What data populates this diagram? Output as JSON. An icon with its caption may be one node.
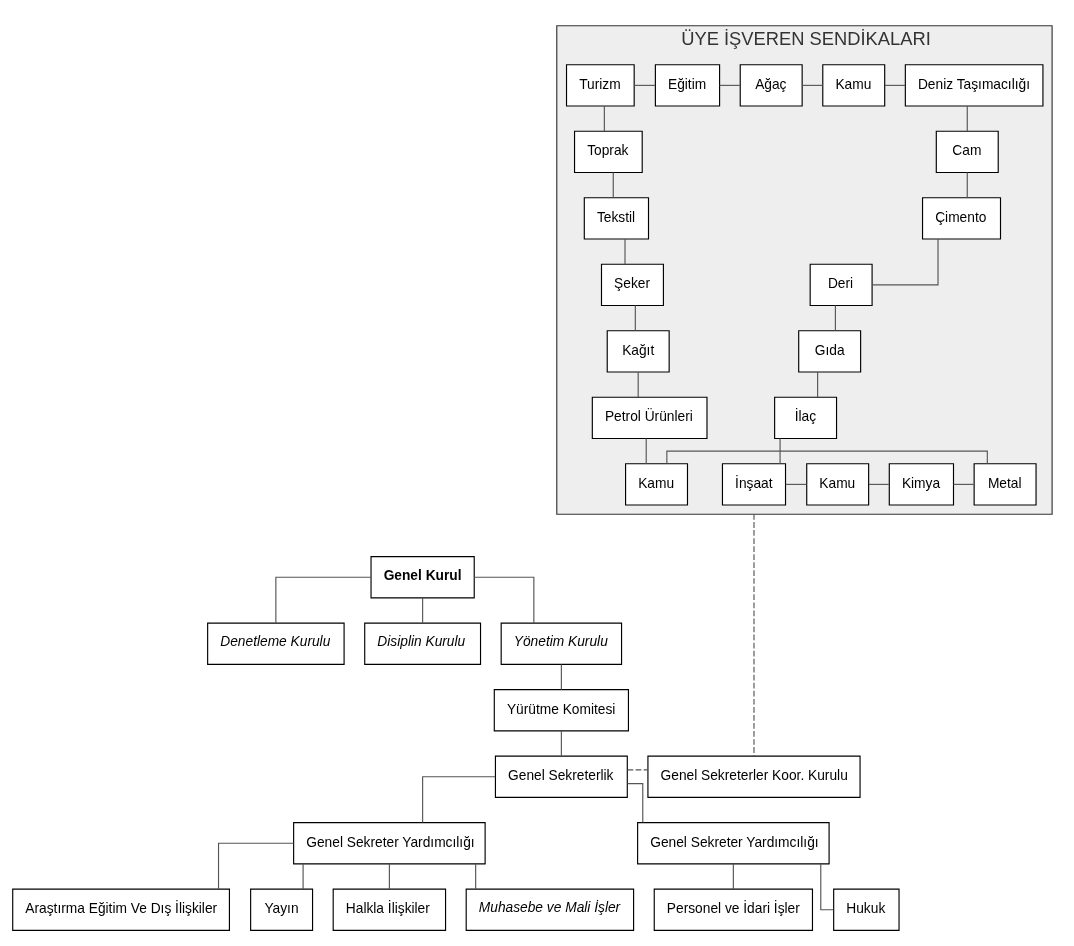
{
  "diagram": {
    "nodes": [
      {
        "text": [
          "ÜYE İŞVEREN SENDİKALARI"
        ]
      },
      {
        "text": [
          "Turizm"
        ],
        "in": 0
      },
      {
        "text": [
          "Eğitim"
        ],
        "in": 0
      },
      {
        "text": [
          "Ağaç"
        ],
        "in": 0
      },
      {
        "text": [
          "Kamu"
        ],
        "in": 0
      },
      {
        "text": [
          "Deniz Taşımacılığı"
        ],
        "in": 0
      },
      {
        "text": [
          "Cam"
        ],
        "in": 0
      },
      {
        "text": [
          "Çimento"
        ],
        "in": 0
      },
      {
        "text": [
          "Deri"
        ],
        "in": 0
      },
      {
        "text": [
          "Gıda"
        ],
        "in": 0
      },
      {
        "text": [
          "İlaç"
        ],
        "in": 0
      },
      {
        "text": [
          "İnşaat"
        ],
        "in": 0
      },
      {
        "text": [
          "Kamu"
        ],
        "in": 0
      },
      {
        "text": [
          "Kimya"
        ],
        "in": 0
      },
      {
        "text": [
          "Metal"
        ],
        "in": 0
      },
      {
        "text": [
          "Kamu"
        ],
        "in": 0
      },
      {
        "text": [
          "Petrol Ürünleri"
        ],
        "in": 0
      },
      {
        "text": [
          "Kağıt"
        ],
        "in": 0
      },
      {
        "text": [
          "Şeker"
        ],
        "in": 0
      },
      {
        "text": [
          "Tekstil"
        ],
        "in": 0
      },
      {
        "text": [
          "Toprak"
        ],
        "in": 0
      },
      {
        "text": [
          "Genel Kurul"
        ]
      },
      {
        "text": [
          "Denetleme Kurulu"
        ]
      },
      {
        "text": [
          "Yönetim Kurulu"
        ]
      },
      {
        "text": [
          "Disiplin Kurulu"
        ]
      },
      {
        "text": [
          "Yürütme Komitesi"
        ]
      },
      {
        "text": [
          "Genel Sekreterlik"
        ]
      },
      {
        "text": [
          "Genel Sekreterler Koor. Kurulu"
        ]
      },
      {
        "text": [
          "Genel Sekreter Yardımcılığı"
        ]
      },
      {
        "text": [
          "Genel Sekreter Yardımcılığı"
        ]
      },
      {
        "text": [
          "Araştırma Eğitim Ve Dış İlişkiler"
        ]
      },
      {
        "text": [
          "Yayın"
        ]
      },
      {
        "text": [
          "Personel ve İdari İşler"
        ]
      },
      {
        "text": [
          "Hukuk"
        ]
      },
      {
        "text": [
          "Halkla İlişkiler"
        ]
      },
      {
        "text": [
          "Muhasebe ve Mali İşler"
        ]
      }
    ],
    "edges": [
      {
        "from": 1,
        "to": 2,
        "arrow": "none"
      },
      {
        "from": 2,
        "to": 3,
        "arrow": "none"
      },
      {
        "from": 3,
        "to": 4,
        "arrow": "none"
      },
      {
        "from": 4,
        "to": 5,
        "arrow": "none"
      },
      {
        "from": 5,
        "to": 6,
        "arrow": "none"
      },
      {
        "from": 6,
        "to": 7,
        "arrow": "none"
      },
      {
        "from": 7,
        "to": 8,
        "arrow": "none"
      },
      {
        "from": 8,
        "to": 9,
        "arrow": "none"
      },
      {
        "from": 9,
        "to": 10,
        "arrow": "none"
      },
      {
        "from": 10,
        "to": 11,
        "arrow": "none"
      },
      {
        "from": 11,
        "to": 12,
        "arrow": "none"
      },
      {
        "from": 12,
        "to": 13,
        "arrow": "none"
      },
      {
        "from": 13,
        "to": 14,
        "arrow": "none"
      },
      {
        "from": 14,
        "to": 15,
        "arrow": "none"
      },
      {
        "from": 1,
        "to": 20,
        "arrow": "none"
      },
      {
        "from": 20,
        "to": 19,
        "arrow": "none"
      },
      {
        "from": 19,
        "to": 18,
        "arrow": "none"
      },
      {
        "from": 18,
        "to": 17,
        "arrow": "none"
      },
      {
        "from": 17,
        "to": 16,
        "arrow": "none"
      },
      {
        "from": 16,
        "to": 15,
        "arrow": "none"
      },
      {
        "from": 0,
        "to": 27,
        "arrow": "none",
        "style": "dashed"
      },
      {
        "from": 21,
        "to": 22,
        "arrow": "none"
      },
      {
        "from": 21,
        "to": 23,
        "arrow": "none"
      },
      {
        "from": 21,
        "to": 24,
        "arrow": "none"
      },
      {
        "from": 23,
        "to": 25,
        "arrow": "none"
      },
      {
        "from": 25,
        "to": 26,
        "arrow": "none"
      },
      {
        "from": 26,
        "to": 27,
        "arrow": "none",
        "style": "dashed"
      },
      {
        "from": 26,
        "to": 28,
        "arrow": "none"
      },
      {
        "from": 26,
        "to": 29,
        "arrow": "none"
      },
      {
        "from": 28,
        "to": 30,
        "arrow": "none"
      },
      {
        "from": 28,
        "to": 31,
        "arrow": "none"
      },
      {
        "from": 28,
        "to": 34,
        "arrow": "none"
      },
      {
        "from": 28,
        "to": 35,
        "arrow": "none"
      },
      {
        "from": 29,
        "to": 32,
        "arrow": "none"
      },
      {
        "from": 29,
        "to": 33,
        "arrow": "none"
      }
    ]
  }
}
